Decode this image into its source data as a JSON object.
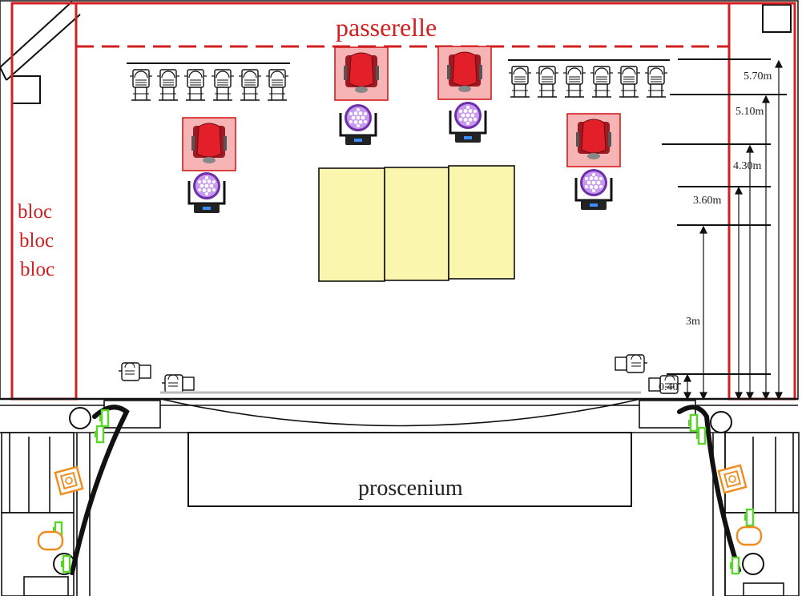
{
  "labels": {
    "passerelle": "passerelle",
    "bloc": [
      "bloc",
      "bloc",
      "bloc"
    ],
    "proscenium": "proscenium",
    "heights": [
      "5.70m",
      "5.10m",
      "4.30m",
      "3.60m",
      "3m",
      "0.40"
    ]
  },
  "colors": {
    "red": "#d31f1f",
    "fresnel_fill": "#f6b4b4",
    "fresnel_body": "#e3202a",
    "panel_fill": "#fbf6ae",
    "led_purple": "#9b4fd6",
    "green": "#59d62a",
    "orange": "#f08b1e",
    "line": "#111111"
  },
  "icons": {
    "profile": "profile-spot-icon",
    "fresnel": "fresnel-spot-icon",
    "moving_head": "moving-head-led-icon",
    "par": "par-can-icon",
    "led_bar": "led-bar-icon",
    "flood": "flood-light-icon",
    "cable": "cable-icon"
  }
}
